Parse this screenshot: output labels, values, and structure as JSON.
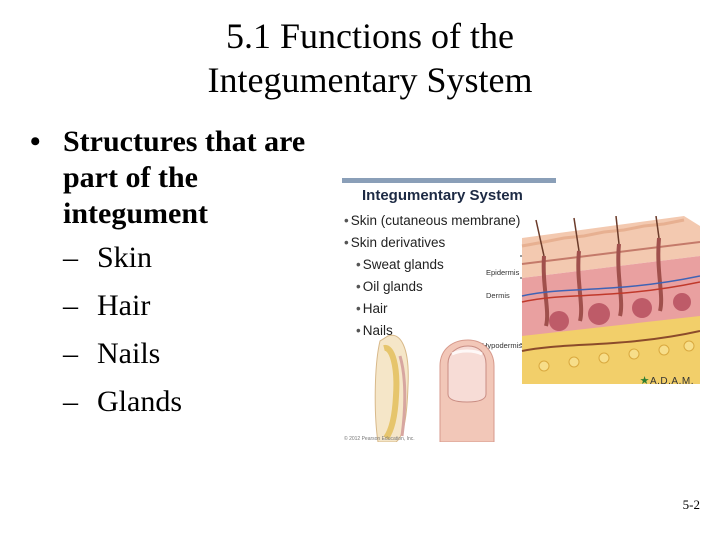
{
  "slide": {
    "title_line1": "5.1 Functions of the",
    "title_line2": "Integumentary System",
    "bullet_marker": "•",
    "main_bullet": "Structures that are part of the integument",
    "dash": "–",
    "sub_bullets": [
      "Skin",
      "Hair",
      "Nails",
      "Glands"
    ],
    "page_number": "5-2"
  },
  "figure": {
    "title": "Integumentary System",
    "bullet_marker": "•",
    "items": [
      "Skin (cutaneous membrane)",
      "Skin derivatives"
    ],
    "sub_items": [
      "Sweat glands",
      "Oil glands",
      "Hair",
      "Nails"
    ],
    "layer_labels": [
      "Epidermis",
      "Dermis",
      "Hypodermis"
    ],
    "logo": "A.D.A.M.",
    "copyright": "© 2012 Pearson Education, Inc."
  }
}
